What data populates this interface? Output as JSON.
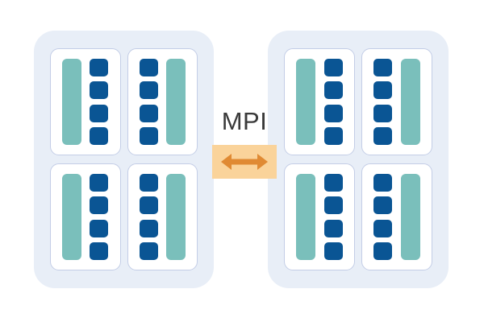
{
  "diagram": {
    "title": "MPI",
    "link": {
      "label": "MPI",
      "arrow_icon": "double-headed-horizontal-arrow-icon",
      "band_color": "#fad39a",
      "arrow_color": "#e08a33",
      "label_color": "#3a3a3a"
    },
    "colors": {
      "background": "#ffffff",
      "node_panel": "#e8eef7",
      "socket_card_fill": "#ffffff",
      "socket_card_border": "#c3cde6",
      "memory_bar": "#7abfbb",
      "core_square": "#0a5594"
    },
    "nodes": [
      {
        "name": "node-left",
        "sockets": [
          {
            "name": "socket-top-left",
            "layout": "bar-left",
            "cores": 4,
            "memory_bars": 1
          },
          {
            "name": "socket-top-right",
            "layout": "bar-right",
            "cores": 4,
            "memory_bars": 1
          },
          {
            "name": "socket-bottom-left",
            "layout": "bar-left",
            "cores": 4,
            "memory_bars": 1
          },
          {
            "name": "socket-bottom-right",
            "layout": "bar-right",
            "cores": 4,
            "memory_bars": 1
          }
        ]
      },
      {
        "name": "node-right",
        "sockets": [
          {
            "name": "socket-top-left",
            "layout": "bar-left",
            "cores": 4,
            "memory_bars": 1
          },
          {
            "name": "socket-top-right",
            "layout": "bar-right",
            "cores": 4,
            "memory_bars": 1
          },
          {
            "name": "socket-bottom-left",
            "layout": "bar-left",
            "cores": 4,
            "memory_bars": 1
          },
          {
            "name": "socket-bottom-right",
            "layout": "bar-right",
            "cores": 4,
            "memory_bars": 1
          }
        ]
      }
    ]
  }
}
